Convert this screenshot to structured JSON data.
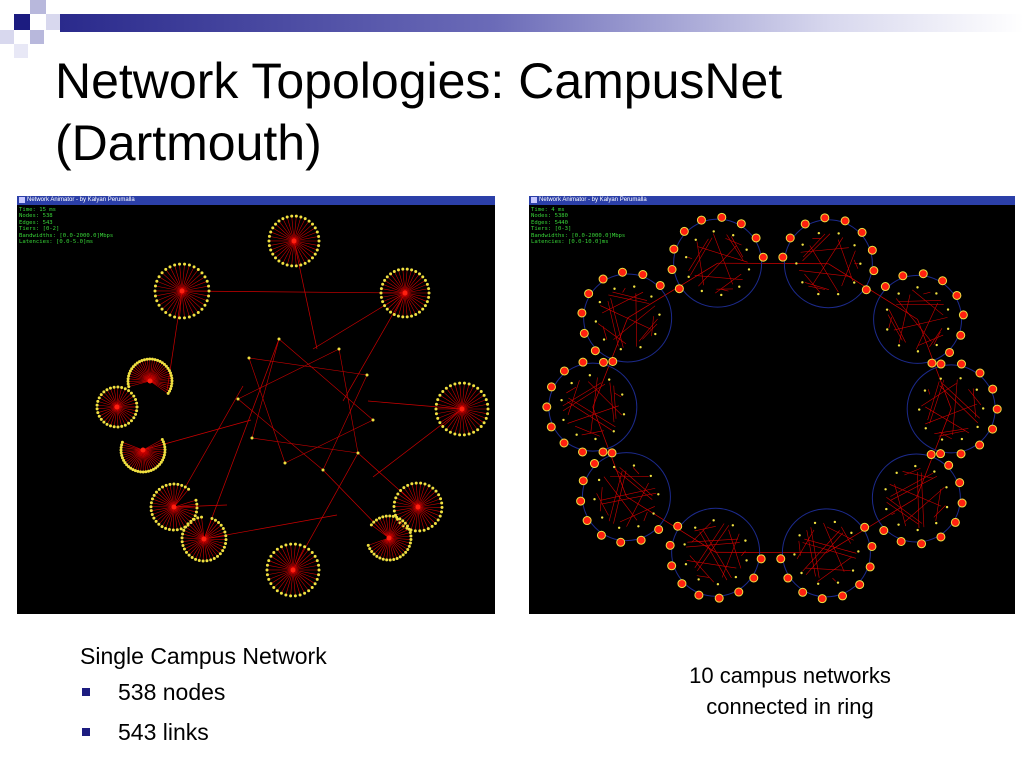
{
  "slide": {
    "title_line1": "Network Topologies: CampusNet",
    "title_line2": "(Dartmouth)"
  },
  "left_window": {
    "title": "Network Animator - by Kalyan Perumalla",
    "stats": [
      "Time: 15 ms",
      "Nodes: 538",
      "Edges: 543",
      "Tiers: [0-2]",
      "Bandwidths: [0.0-2000.0]Mbps",
      "Latencies: [0.0-5.0]ms"
    ]
  },
  "right_window": {
    "title": "Network Animator - by Kalyan Perumalla",
    "stats": [
      "Time: 4 ms",
      "Nodes: 5380",
      "Edges: 5440",
      "Tiers: [0-3]",
      "Bandwidths: [0.0-2000.0]Mbps",
      "Latencies: [0.0-10.0]ms"
    ]
  },
  "left_caption": {
    "heading": "Single Campus Network",
    "bullets": [
      "538 nodes",
      "543 links"
    ]
  },
  "right_caption": {
    "line1": "10 campus networks",
    "line2": "connected in ring"
  },
  "colors": {
    "node_yellow": "#f0e040",
    "link_red": "#cc0000",
    "ring_blue": "#1c2a8c",
    "stats_green": "#37d337",
    "node_red": "#ff2010"
  }
}
